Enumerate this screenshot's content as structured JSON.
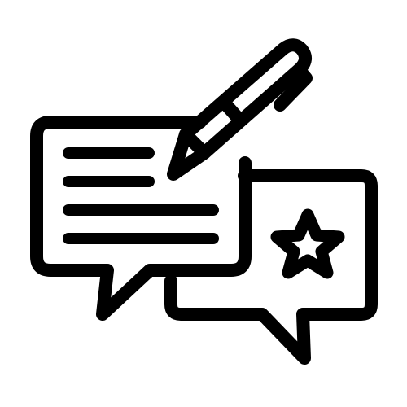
{
  "icon": {
    "name": "feedback-review-icon",
    "stroke_color": "#000000",
    "background_color": "#ffffff",
    "parts": [
      "speech-bubble-text",
      "speech-bubble-star",
      "pen",
      "text-lines",
      "star"
    ]
  }
}
